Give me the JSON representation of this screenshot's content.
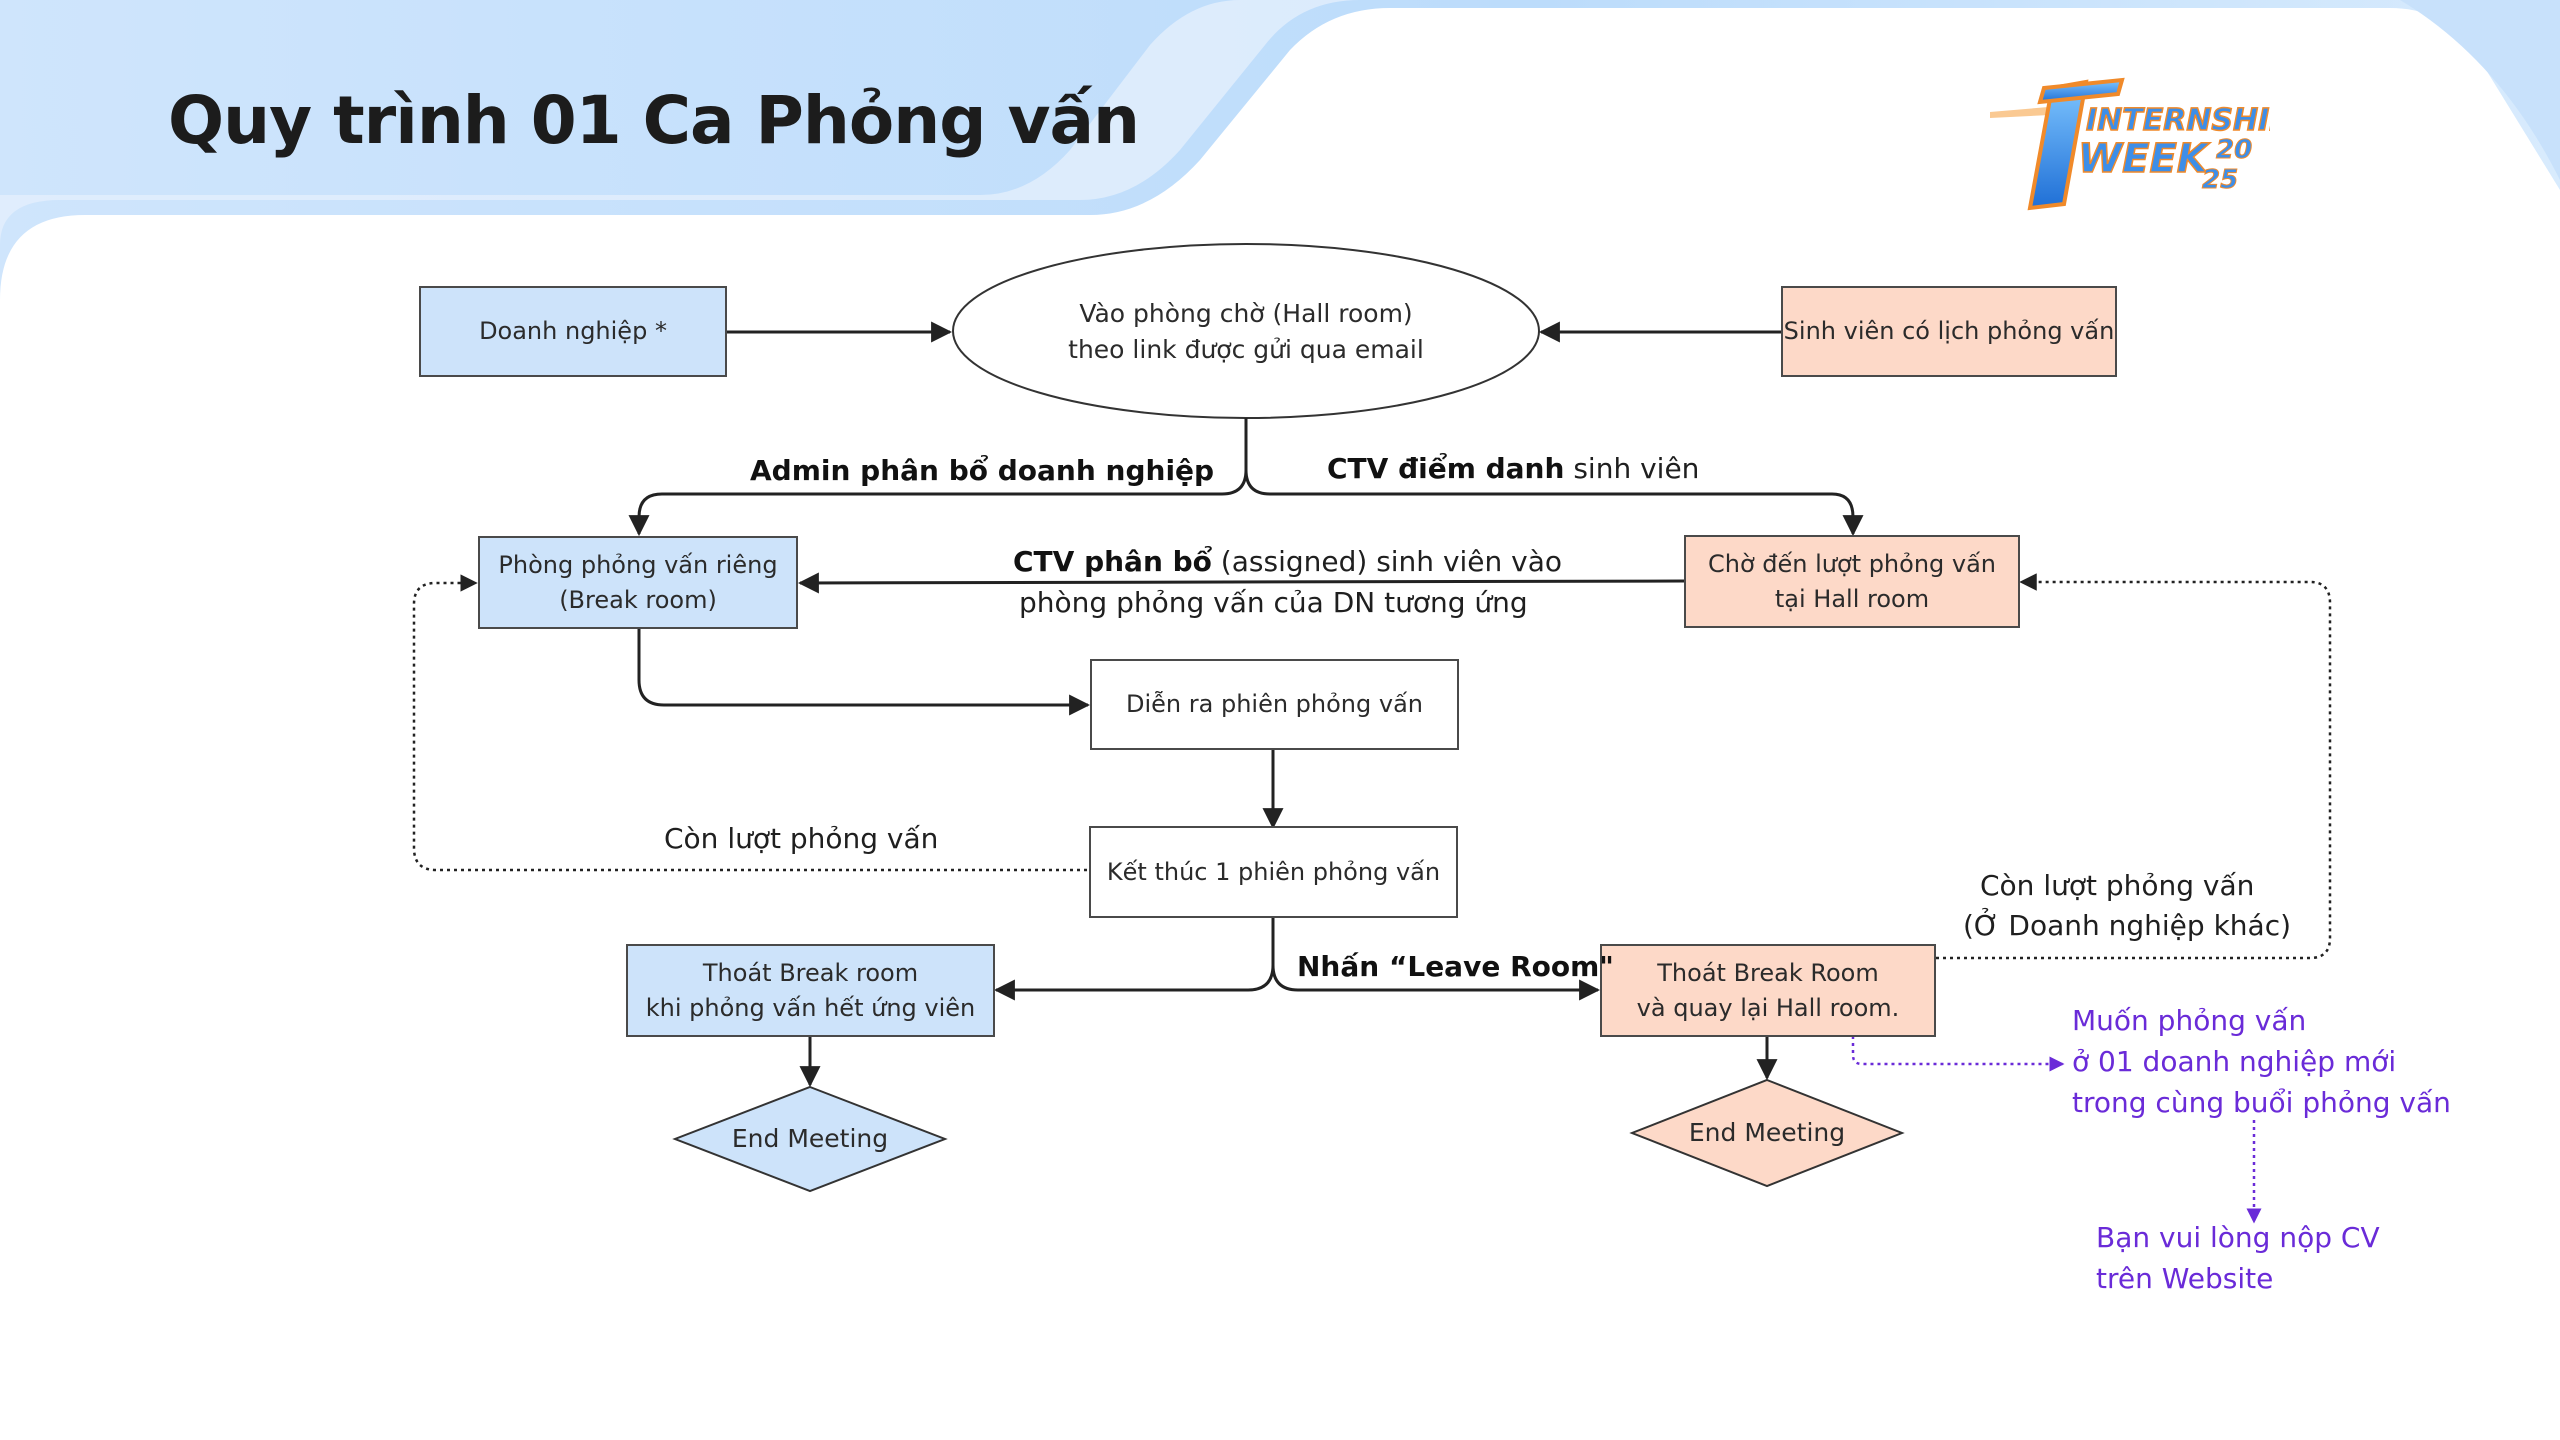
{
  "slide_title": "Quy trình 01 Ca Phỏng vấn",
  "logo": {
    "line1": "INTERNSHIP",
    "line2": "WEEK",
    "year_top": "20",
    "year_bottom": "25"
  },
  "nodes": {
    "enterprise": "Doanh nghiệp *",
    "hall_room_line1": "Vào phòng chờ (Hall room)",
    "hall_room_line2": "theo link được gửi qua email",
    "student": "Sinh viên có lịch phỏng vấn",
    "break_room_line1": "Phòng phỏng vấn riêng",
    "break_room_line2": "(Break room)",
    "wait_turn_line1": "Chờ đến lượt phỏng vấn",
    "wait_turn_line2": "tại Hall room",
    "session_running": "Diễn ra phiên phỏng vấn",
    "session_end": "Kết thúc 1 phiên phỏng vấn",
    "exit_break_line1": "Thoát Break room",
    "exit_break_line2": "khi phỏng vấn hết ứng viên",
    "exit_return_line1": "Thoát Break Room",
    "exit_return_line2": "và quay lại Hall room.",
    "end_meeting_left": "End Meeting",
    "end_meeting_right": "End Meeting"
  },
  "edge_labels": {
    "admin_assign": "Admin phân bổ doanh nghiệp",
    "ctv_checkin_bold": "CTV điểm danh",
    "ctv_checkin_rest": " sinh viên",
    "ctv_assign_bold": "CTV phân bổ",
    "ctv_assign_rest": " (assigned) sinh viên vào",
    "ctv_assign_line2": "phòng phỏng vấn của DN tương ứng",
    "remaining_left": "Còn lượt phỏng vấn",
    "remaining_right_line1": "Còn lượt phỏng vấn",
    "remaining_right_line2": "(Ở Doanh nghiệp khác)",
    "leave_room": "Nhấn “Leave Room\""
  },
  "notes": {
    "new_enterprise_line1": "Muốn phỏng vấn",
    "new_enterprise_line2": "ở 01 doanh nghiệp mới",
    "new_enterprise_line3": "trong cùng buổi phỏng vấn",
    "submit_cv_line1": "Bạn vui lòng nộp CV",
    "submit_cv_line2": "trên Website"
  },
  "colors": {
    "enterprise_fill": "#cde3fa",
    "student_fill": "#fdd9c8",
    "note_text": "#6a2bd8",
    "background_accent": "#bcdcfb"
  }
}
